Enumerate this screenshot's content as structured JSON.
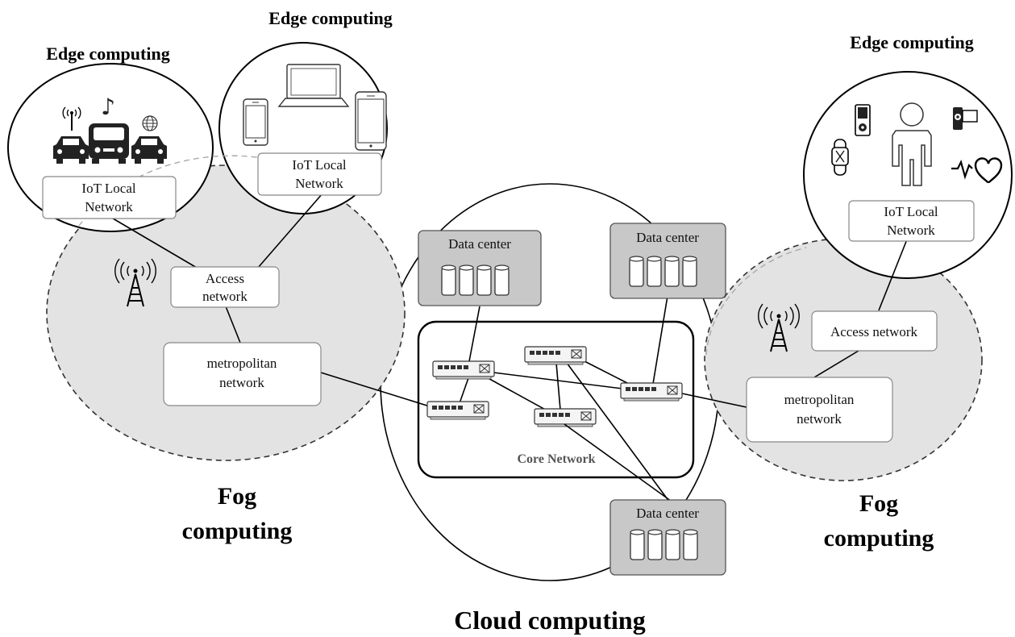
{
  "titles": {
    "edge_left": "Edge computing",
    "edge_middle": "Edge computing",
    "edge_right": "Edge computing",
    "fog_left_line1": "Fog",
    "fog_left_line2": "computing",
    "fog_right_line1": "Fog",
    "fog_right_line2": "computing",
    "cloud": "Cloud computing",
    "core": "Core Network"
  },
  "boxes": {
    "iot_left_line1": "IoT Local",
    "iot_left_line2": "Network",
    "iot_middle_line1": "IoT Local",
    "iot_middle_line2": "Network",
    "iot_right_line1": "IoT Local",
    "iot_right_line2": "Network",
    "access_left_line1": "Access",
    "access_left_line2": "network",
    "metro_left_line1": "metropolitan",
    "metro_left_line2": "network",
    "access_right": "Access network",
    "metro_right_line1": "metropolitan",
    "metro_right_line2": "network",
    "dc_top_left": "Data center",
    "dc_top_right": "Data center",
    "dc_bottom": "Data center"
  },
  "icons": {
    "left_edge": [
      "antenna-icon",
      "music-note-icon",
      "globe-icon",
      "car-icon",
      "bus-icon",
      "car-icon"
    ],
    "middle_edge": [
      "smartphone-icon",
      "laptop-icon",
      "tablet-icon"
    ],
    "right_edge": [
      "music-player-icon",
      "person-icon",
      "camera-icon",
      "smartwatch-icon",
      "heartbeat-icon"
    ],
    "network": [
      "cell-tower-icon",
      "switch-icon",
      "database-icon"
    ]
  }
}
